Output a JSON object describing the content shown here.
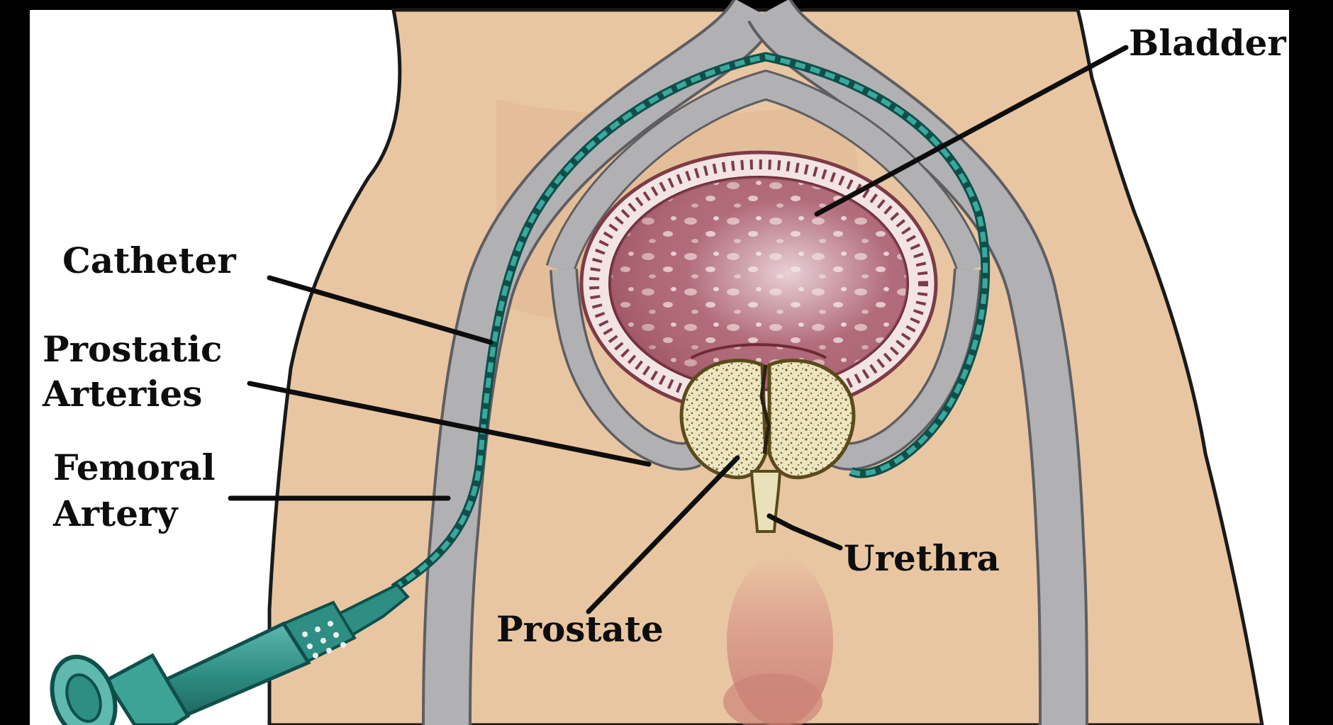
{
  "labels": {
    "bladder": "Bladder",
    "catheter": "Catheter",
    "prostatic_arteries_line1": "Prostatic",
    "prostatic_arteries_line2": "Arteries",
    "femoral_artery_line1": "Femoral",
    "femoral_artery_line2": "Artery",
    "urethra": "Urethra",
    "prostate": "Prostate"
  },
  "colors": {
    "background": "#000000",
    "canvas": "#ffffff",
    "skin": "#e9c6a2",
    "skin_shadow": "#d9ae88",
    "artery": "#a9a9ab",
    "artery_edge": "#6f6f72",
    "catheter": "#1d7a72",
    "bladder": "#9b4a58",
    "bladder_rim": "#f1e3e3",
    "prostate": "#e8e1b9",
    "prostate_speckle": "#6c5a22",
    "syringe": "#2e8e84",
    "genital": "#d48f86",
    "leader": "#0d0d0d"
  },
  "icons": {
    "syringe": "syringe-icon"
  }
}
